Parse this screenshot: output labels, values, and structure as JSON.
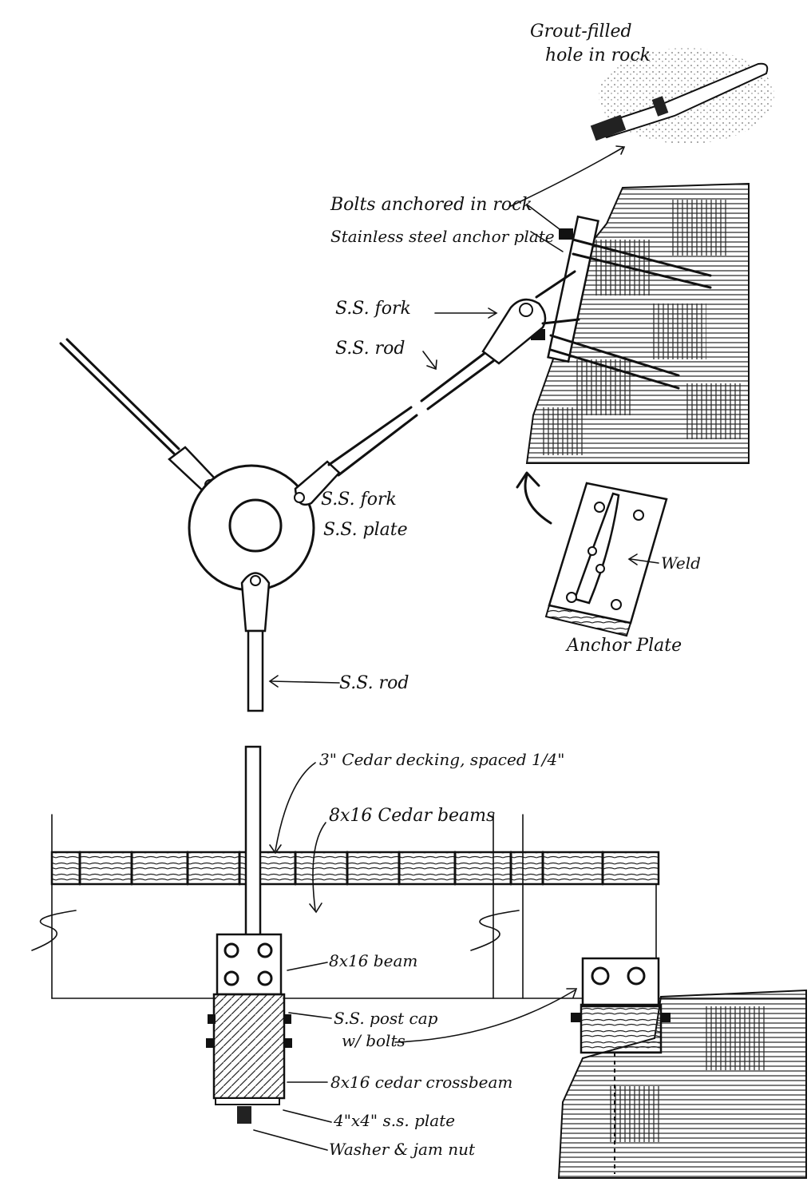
{
  "labels": {
    "grout_line1": "Grout-filled",
    "grout_line2": "hole in rock",
    "bolts": "Bolts anchored in rock",
    "anchor_plate_ss": "Stainless steel anchor plate",
    "fork_top": "S.S. fork",
    "rod_top": "S.S. rod",
    "fork_center": "S.S. fork",
    "plate_center": "S.S. plate",
    "weld": "Weld",
    "anchor_plate": "Anchor Plate",
    "rod_vertical": "S.S. rod",
    "decking": "3\" Cedar decking, spaced 1/4\"",
    "beams": "8x16 Cedar beams",
    "beam": "8x16 beam",
    "post_cap_line1": "S.S. post cap",
    "post_cap_line2": "w/ bolts",
    "crossbeam": "8x16 cedar crossbeam",
    "ss_plate_4x4": "4\"x4\" s.s. plate",
    "washer": "Washer & jam nut"
  }
}
